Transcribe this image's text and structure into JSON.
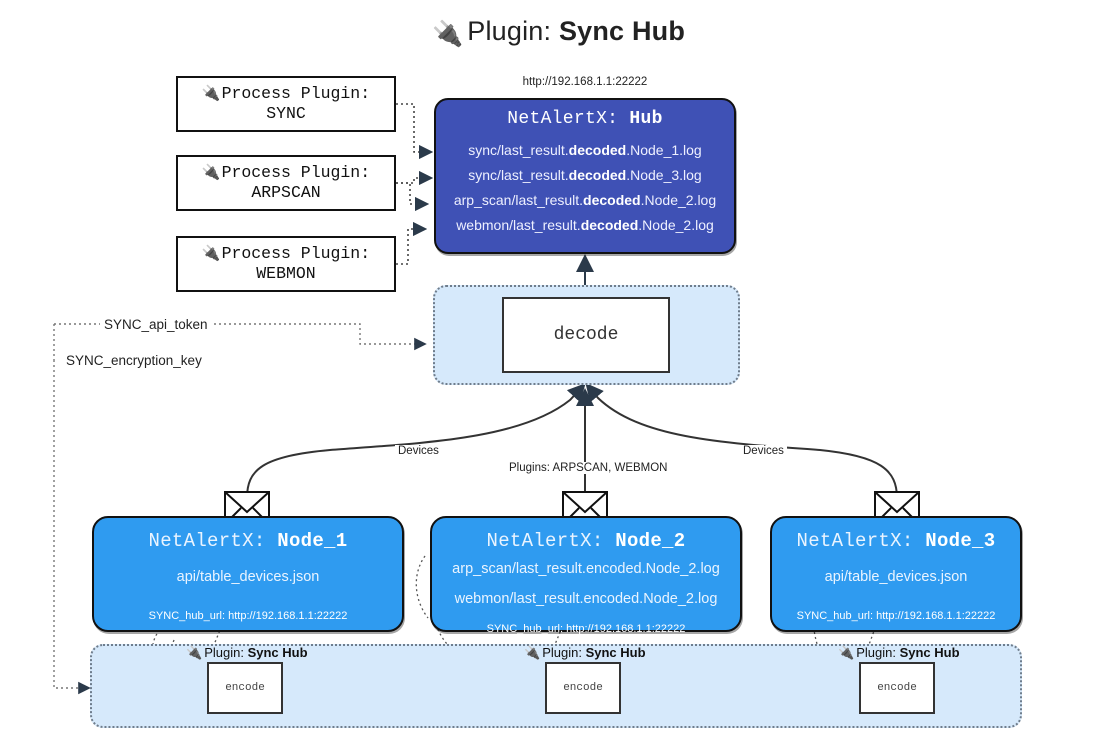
{
  "title": {
    "icon": "plug-icon",
    "prefix": "Plugin:",
    "name": "Sync Hub"
  },
  "hub": {
    "url": "http://192.168.1.1:22222",
    "app": "NetAlertX:",
    "name": "Hub",
    "logs": [
      {
        "pre": "sync/last_result.",
        "mid": "decoded",
        "post": ".Node_1.log"
      },
      {
        "pre": "sync/last_result.",
        "mid": "decoded",
        "post": ".Node_3.log"
      },
      {
        "pre": "arp_scan/last_result.",
        "mid": "decoded",
        "post": ".Node_2.log"
      },
      {
        "pre": "webmon/last_result.",
        "mid": "decoded",
        "post": ".Node_2.log"
      }
    ]
  },
  "process_plugins": [
    {
      "icon": "plug-icon",
      "line1": "Process Plugin:",
      "line2": "SYNC"
    },
    {
      "icon": "plug-icon",
      "line1": "Process Plugin:",
      "line2": "ARPSCAN"
    },
    {
      "icon": "plug-icon",
      "line1": "Process Plugin:",
      "line2": "WEBMON"
    }
  ],
  "decode": {
    "label": "decode"
  },
  "env": {
    "api_token": "SYNC_api_token",
    "encryption_key": "SYNC_encryption_key"
  },
  "edges": {
    "devices_left": "Devices",
    "devices_right": "Devices",
    "plugins_middle": "Plugins: ARPSCAN, WEBMON"
  },
  "nodes": [
    {
      "app": "NetAlertX:",
      "name": "Node_1",
      "lines": [
        "api/table_devices.json"
      ],
      "footer": "SYNC_hub_url: http://192.168.1.1:22222",
      "envelope": "envelope-icon"
    },
    {
      "app": "NetAlertX:",
      "name": "Node_2",
      "lines": [
        "arp_scan/last_result.encoded.Node_2.log",
        "webmon/last_result.encoded.Node_2.log"
      ],
      "footer": "SYNC_hub_url: http://192.168.1.1:22222",
      "envelope": "envelope-icon"
    },
    {
      "app": "NetAlertX:",
      "name": "Node_3",
      "lines": [
        "api/table_devices.json"
      ],
      "footer": "SYNC_hub_url: http://192.168.1.1:22222",
      "envelope": "envelope-icon"
    }
  ],
  "band": {
    "plugin_labels": [
      {
        "icon": "plug-icon",
        "prefix": "Plugin:",
        "name": "Sync Hub"
      },
      {
        "icon": "plug-icon",
        "prefix": "Plugin:",
        "name": "Sync Hub"
      },
      {
        "icon": "plug-icon",
        "prefix": "Plugin:",
        "name": "Sync Hub"
      }
    ],
    "encode_label": "encode"
  },
  "colors": {
    "hub_fill": "#3f51b5",
    "node_fill": "#2f9bf0",
    "band_fill": "#d6e9fb",
    "edge_stroke": "#333333",
    "dotted_stroke": "#555555"
  }
}
